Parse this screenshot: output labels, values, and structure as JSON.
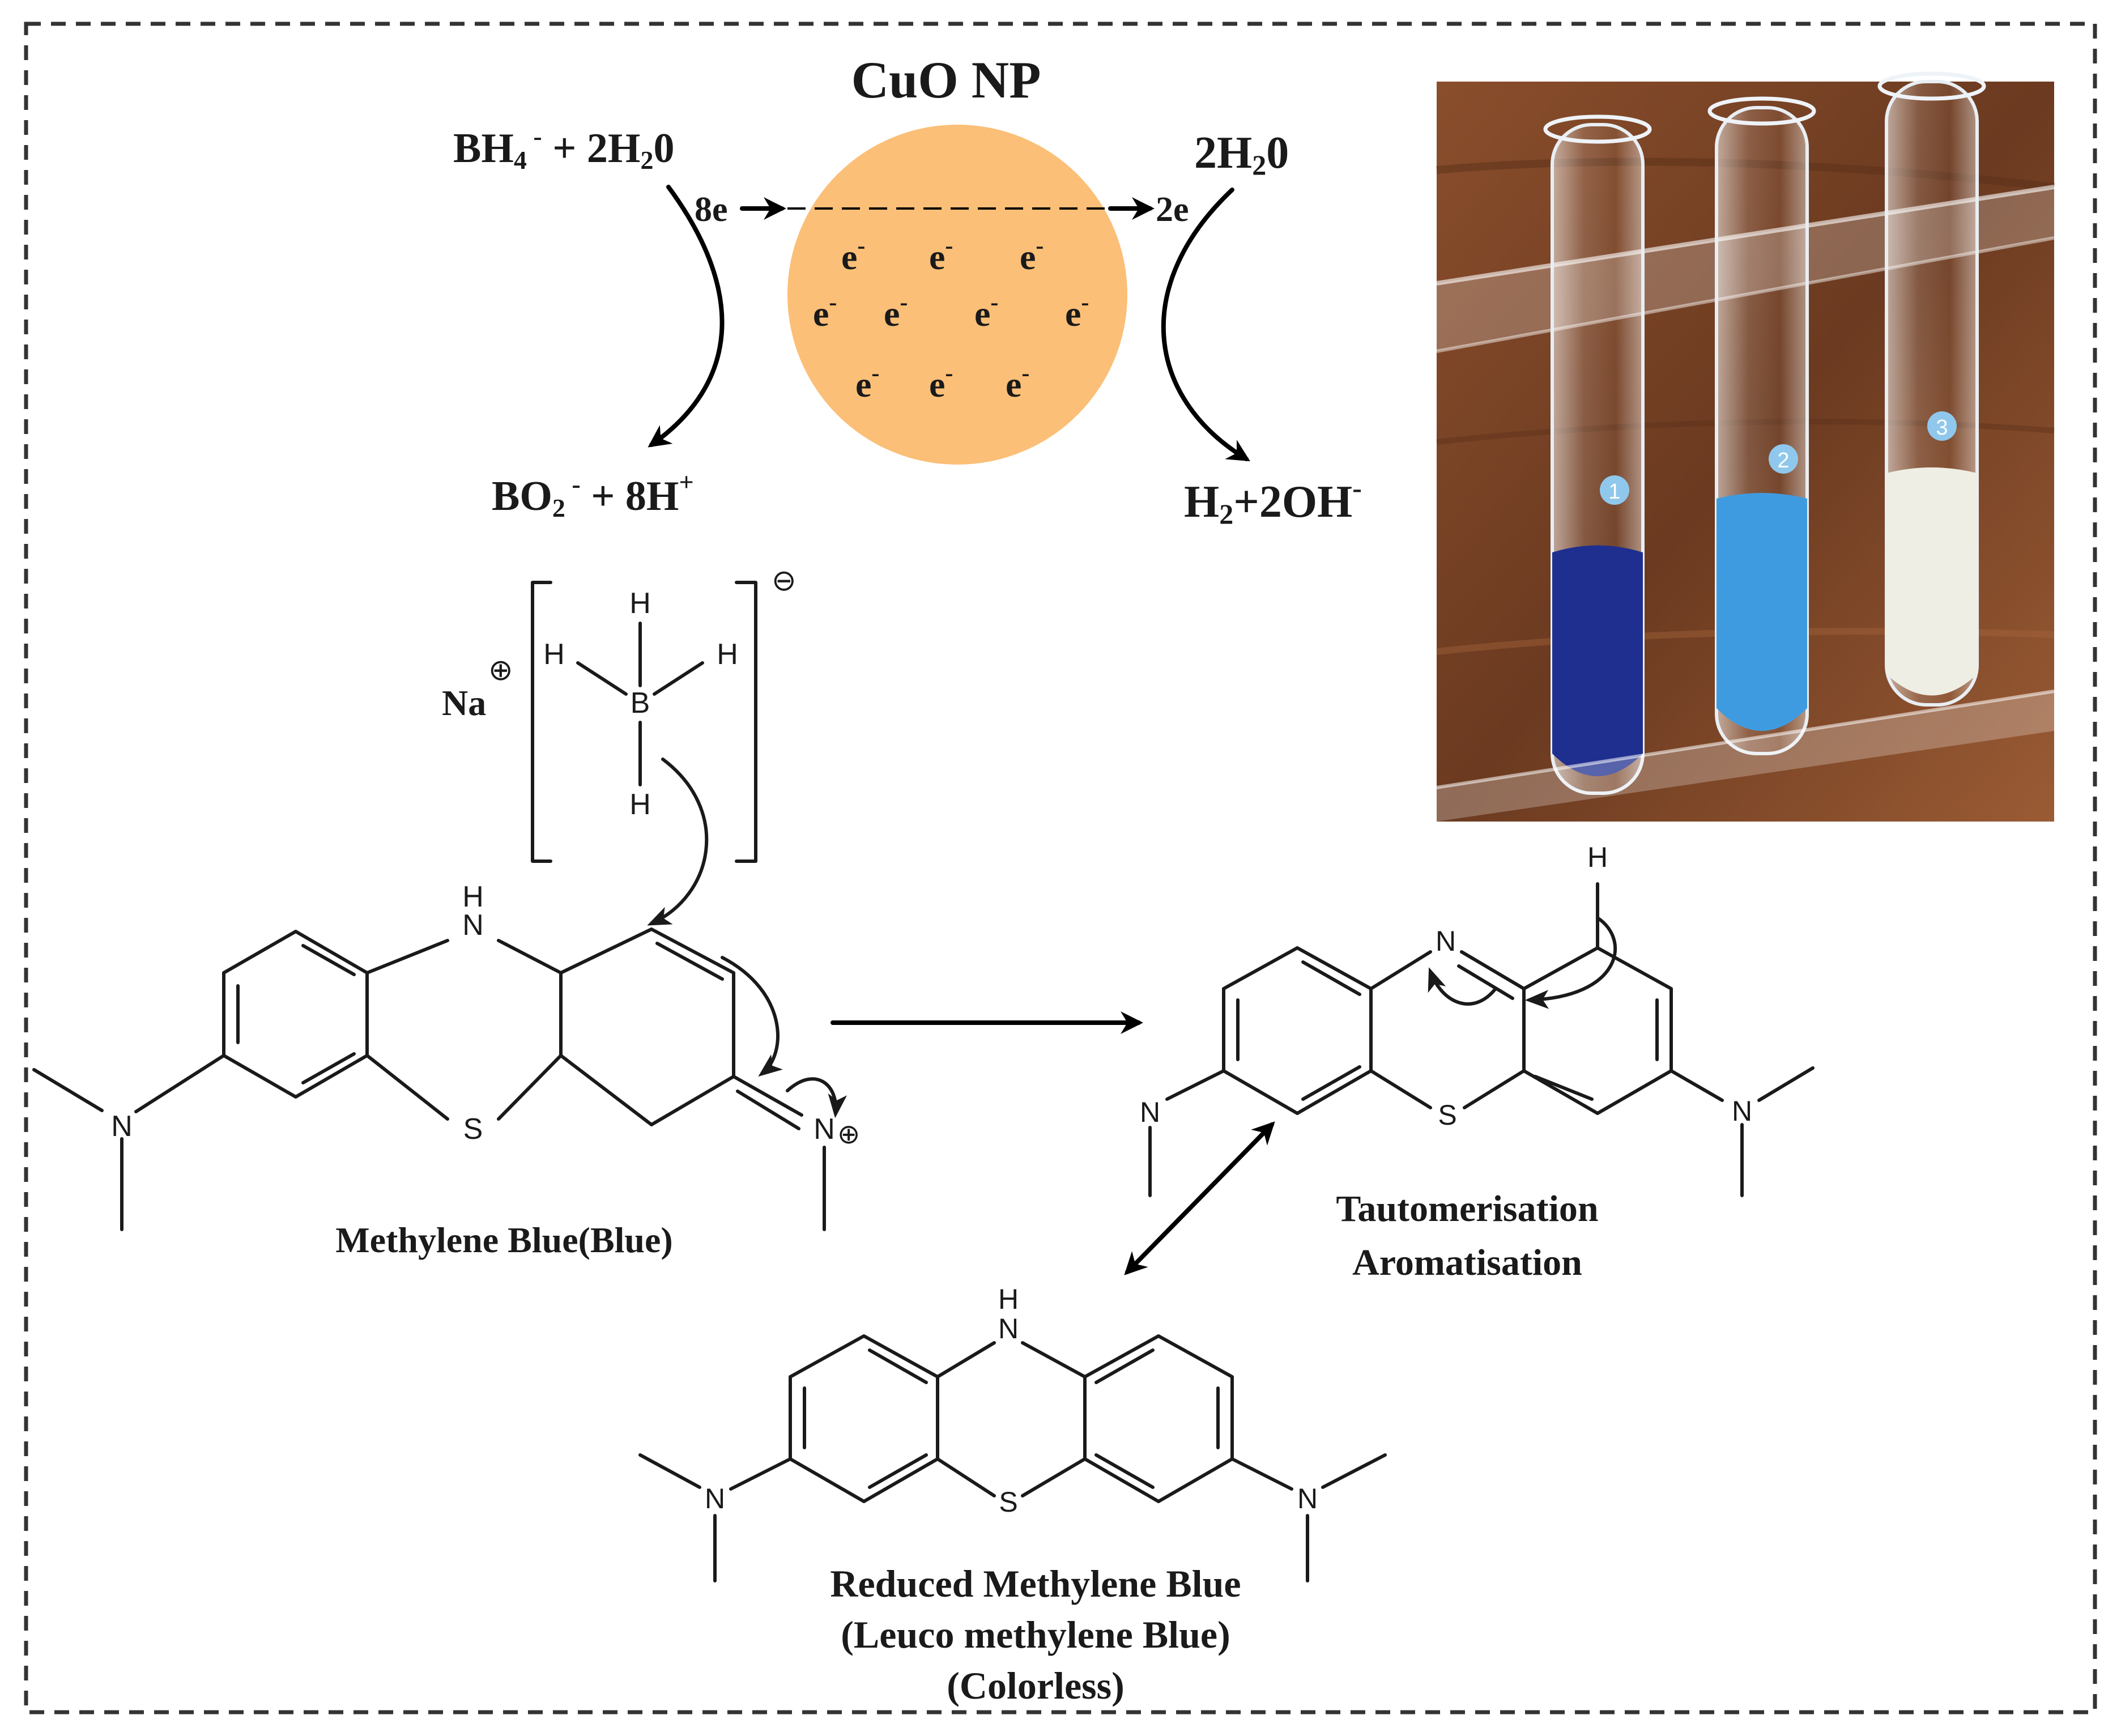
{
  "title": "CuO NP",
  "electron_symbol": "e",
  "electron_charge": "-",
  "reaction": {
    "left_reactant": {
      "base": "BH",
      "sub": "4",
      "sup": " -",
      "tail": " + 2H",
      "sub2": "2",
      "tail2": "0"
    },
    "left_product": {
      "base": "BO",
      "sub": "2",
      "sup": " -",
      "tail": " + 8H",
      "sup2": "+"
    },
    "left_electrons": "8e",
    "right_reactant": {
      "base": "2H",
      "sub": "2",
      "tail": "0"
    },
    "right_product": {
      "base": "H",
      "sub": "2",
      "tail": "+2OH",
      "sup": "-"
    },
    "right_electrons": "2e"
  },
  "borohydride": {
    "cation": "Na",
    "cation_charge": "⊕",
    "anion_charge": "⊖",
    "center": "B",
    "ligand": "H"
  },
  "photo": {
    "tube_labels": [
      "1",
      "2",
      "3"
    ],
    "colors": {
      "tube1": "#1f2f8f",
      "tube2": "#3f9be0",
      "tube3": "#eeeee4",
      "wood": "#7a4426"
    }
  },
  "atoms": {
    "N": "N",
    "H": "H",
    "S": "S",
    "plus": "⊕"
  },
  "labels": {
    "mb": "Methylene Blue(Blue)",
    "taut_1": "Tautomerisation",
    "taut_2": "Aromatisation",
    "reduced_1": "Reduced Methylene Blue",
    "reduced_2": "(Leuco methylene Blue)",
    "reduced_3": "(Colorless)"
  },
  "colors": {
    "nanoparticle": "#fbbf77",
    "border": "#333333"
  }
}
